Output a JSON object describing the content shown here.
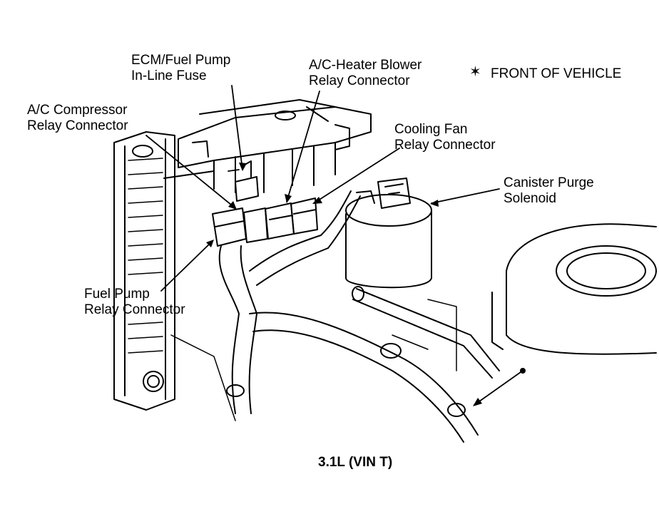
{
  "labels": {
    "ecm_fuse": [
      "ECM/Fuel Pump",
      "In-Line Fuse"
    ],
    "blower_relay": [
      "A/C-Heater Blower",
      "Relay Connector"
    ],
    "front_of_vehicle": "FRONT OF VEHICLE",
    "ac_compressor_relay": [
      "A/C Compressor",
      "Relay Connector"
    ],
    "cooling_fan_relay": [
      "Cooling Fan",
      "Relay Connector"
    ],
    "canister_purge": [
      "Canister Purge",
      "Solenoid"
    ],
    "fuel_pump_relay": [
      "Fuel Pump",
      "Relay Connector"
    ]
  },
  "caption": "3.1L (VIN T)",
  "front_marker_icon": "star-icon",
  "colors": {
    "ink": "#000000",
    "paper": "#ffffff"
  }
}
